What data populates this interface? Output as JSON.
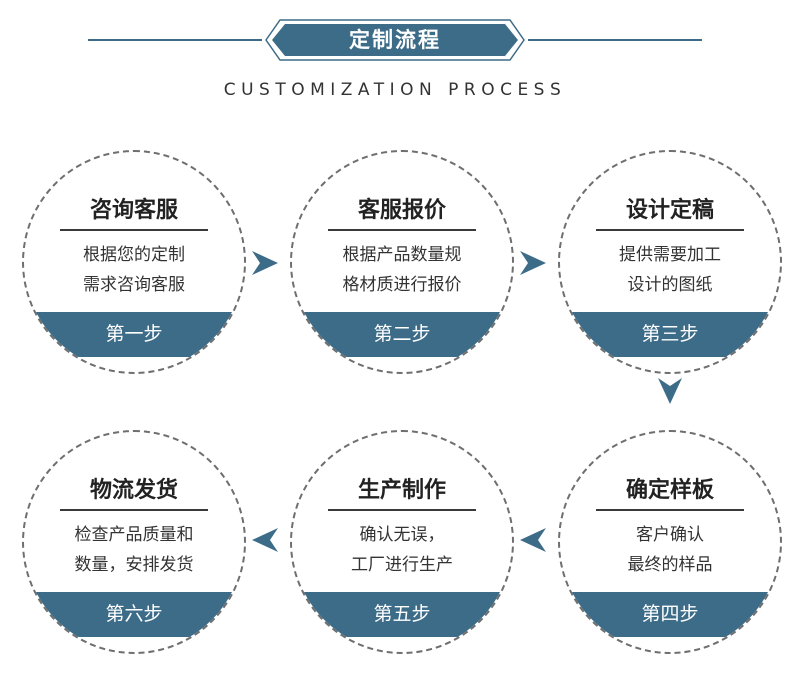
{
  "header": {
    "title": "定制流程",
    "subtitle": "CUSTOMIZATION PROCESS"
  },
  "colors": {
    "accent": "#3d6c89",
    "arrow": "#3d6c89",
    "border": "#6f6f6f"
  },
  "steps": [
    {
      "title": "咨询客服",
      "desc": [
        "根据您的定制",
        "需求咨询客服"
      ],
      "badge": "第一步"
    },
    {
      "title": "客服报价",
      "desc": [
        "根据产品数量规",
        "格材质进行报价"
      ],
      "badge": "第二步"
    },
    {
      "title": "设计定稿",
      "desc": [
        "提供需要加工",
        "设计的图纸"
      ],
      "badge": "第三步"
    },
    {
      "title": "确定样板",
      "desc": [
        "客户确认",
        "最终的样品"
      ],
      "badge": "第四步"
    },
    {
      "title": "生产制作",
      "desc": [
        "确认无误，",
        "工厂进行生产"
      ],
      "badge": "第五步"
    },
    {
      "title": "物流发货",
      "desc": [
        "检查产品质量和",
        "数量，安排发货"
      ],
      "badge": "第六步"
    }
  ]
}
